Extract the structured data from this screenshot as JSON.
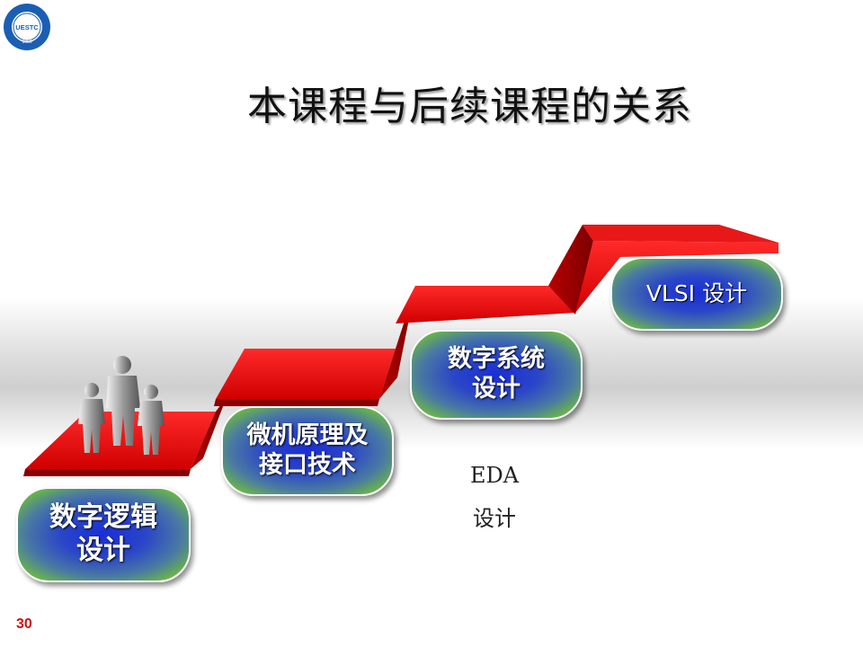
{
  "slide": {
    "title": "本课程与后续课程的关系",
    "page_number": "30"
  },
  "logo": {
    "text": "UESTC",
    "year": "1956",
    "ring_text": "电子科技大学"
  },
  "steps": [
    {
      "line1": "数字逻辑",
      "line2": "设计"
    },
    {
      "line1": "微机原理及",
      "line2": "接口技术"
    },
    {
      "line1": "数字系统",
      "line2": "设计"
    },
    {
      "line1": "VLSI 设计"
    }
  ],
  "side_note": {
    "line1": "EDA",
    "line2": "设计"
  },
  "colors": {
    "stair_red": "#e01010",
    "stair_dark": "#8a0000",
    "pill_blue": "#1a2fd6",
    "pill_green": "#7fd030"
  },
  "icons": [
    "university-seal-icon",
    "people-group-icon"
  ]
}
